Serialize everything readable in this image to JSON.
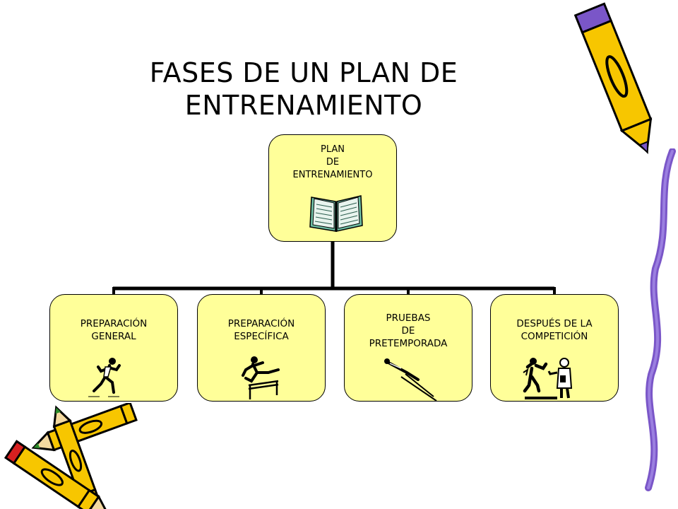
{
  "title": {
    "line1": "FASES DE UN PLAN DE",
    "line2": "ENTRENAMIENTO"
  },
  "root": {
    "label": "PLAN\nDE\nENTRENAMIENTO",
    "icon": "open-book-icon"
  },
  "phases": [
    {
      "label": "PREPARACIÓN\nGENERAL",
      "icon": "runner-icon"
    },
    {
      "label": "PREPARACIÓN\nESPECÍFICA",
      "icon": "hurdler-icon"
    },
    {
      "label": "PRUEBAS\nDE\nPRETEMPORADA",
      "icon": "ski-jumper-icon"
    },
    {
      "label": "DESPUÉS DE LA\nCOMPETICIÓN",
      "icon": "athlete-and-doctor-icon"
    }
  ],
  "colors": {
    "node_fill": "#ffff99",
    "pencil_body": "#f7c600",
    "pencil_accent": "#7a56c8",
    "pencil_tip": "#d62020"
  }
}
